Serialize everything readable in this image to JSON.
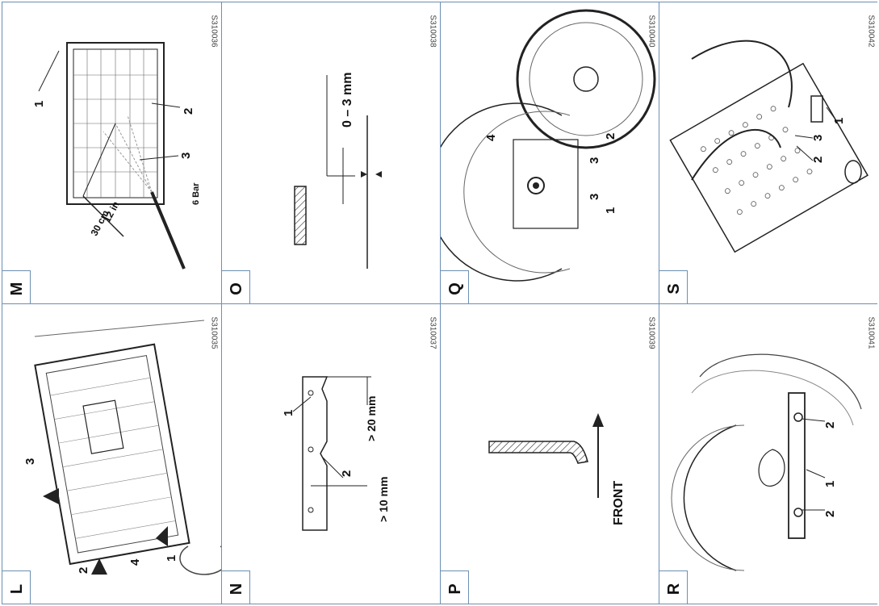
{
  "panels": {
    "L": {
      "letter": "L",
      "code": "S310035",
      "callouts": [
        "1",
        "2",
        "3",
        "4"
      ]
    },
    "M": {
      "letter": "M",
      "code": "S310036",
      "callouts": [
        "1",
        "2",
        "3"
      ],
      "dist1": "30 cm",
      "dist2": "12 in",
      "pressure": "6 Bar"
    },
    "N": {
      "letter": "N",
      "code": "S310037",
      "callouts": [
        "1",
        "2"
      ],
      "dim1": "> 10 mm",
      "dim2": "> 20 mm"
    },
    "O": {
      "letter": "O",
      "code": "S310038",
      "dim": "0 – 3 mm"
    },
    "P": {
      "letter": "P",
      "code": "S310039",
      "arrow_label": "FRONT"
    },
    "Q": {
      "letter": "Q",
      "code": "S310040",
      "callouts": [
        "1",
        "2",
        "3",
        "3",
        "4"
      ]
    },
    "R": {
      "letter": "R",
      "code": "S310041",
      "callouts": [
        "1",
        "2",
        "2"
      ]
    },
    "S": {
      "letter": "S",
      "code": "S310042",
      "callouts": [
        "1",
        "2",
        "3"
      ]
    }
  }
}
